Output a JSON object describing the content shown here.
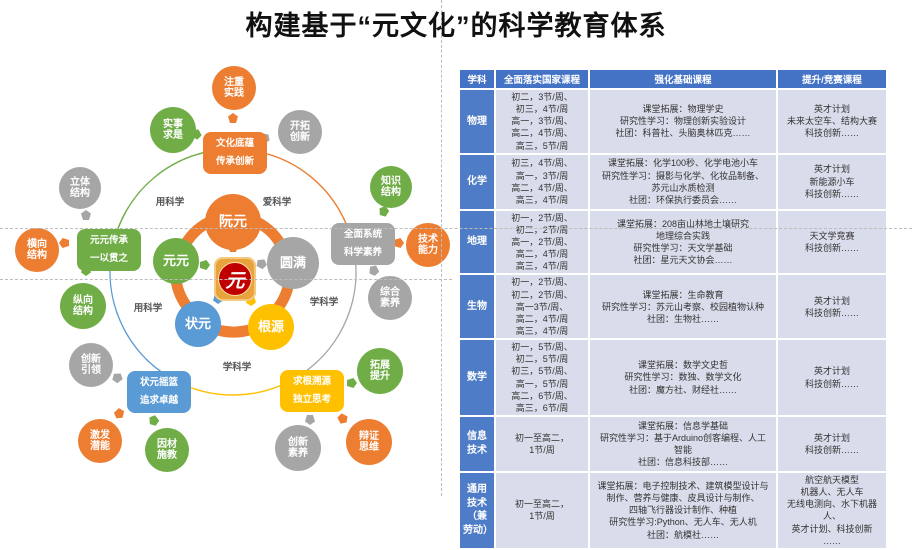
{
  "title": "构建基于“元文化”的科学教育体系",
  "palette": {
    "orange": "#ED7D31",
    "green": "#70AD47",
    "gray": "#A6A6A6",
    "blue": "#5B9BD5",
    "yellow": "#FFC000",
    "table_header": "#4472C4",
    "subject_cell": "#4E7CC6",
    "cell_bg": "#D9DCEA"
  },
  "diagram": {
    "center_logo": {
      "char": "元"
    },
    "mains": [
      {
        "label": "阮元",
        "color": "#ED7D31"
      },
      {
        "label": "圆满",
        "color": "#A6A6A6"
      },
      {
        "label": "根源",
        "color": "#FFC000"
      },
      {
        "label": "状元",
        "color": "#5B9BD5"
      },
      {
        "label": "元元",
        "color": "#70AD47"
      }
    ],
    "rects": [
      {
        "label": "文化底蕴\n传承创新",
        "color": "#ED7D31"
      },
      {
        "label": "全面系统\n科学素养",
        "color": "#A6A6A6"
      },
      {
        "label": "求根溯源\n独立思考",
        "color": "#FFC000"
      },
      {
        "label": "状元摇篮\n追求卓越",
        "color": "#5B9BD5"
      },
      {
        "label": "元元传承\n一以贯之",
        "color": "#70AD47"
      }
    ],
    "satellites": [
      {
        "label": "实事\n求是",
        "color": "#70AD47"
      },
      {
        "label": "注重\n实践",
        "color": "#ED7D31"
      },
      {
        "label": "开拓\n创新",
        "color": "#A6A6A6"
      },
      {
        "label": "知识\n结构",
        "color": "#70AD47"
      },
      {
        "label": "技术\n能力",
        "color": "#ED7D31"
      },
      {
        "label": "综合\n素养",
        "color": "#A6A6A6"
      },
      {
        "label": "拓展\n提升",
        "color": "#70AD47"
      },
      {
        "label": "辩证\n思维",
        "color": "#ED7D31"
      },
      {
        "label": "创新\n素养",
        "color": "#A6A6A6"
      },
      {
        "label": "因材\n施教",
        "color": "#70AD47"
      },
      {
        "label": "激发\n潜能",
        "color": "#ED7D31"
      },
      {
        "label": "创新\n引领",
        "color": "#A6A6A6"
      },
      {
        "label": "纵向\n结构",
        "color": "#70AD47"
      },
      {
        "label": "横向\n结构",
        "color": "#ED7D31"
      },
      {
        "label": "立体\n结构",
        "color": "#A6A6A6"
      }
    ],
    "quadrant_labels": [
      "用科学",
      "爱科学",
      "学科学",
      "用科学",
      "学科学"
    ]
  },
  "table": {
    "headers": [
      "学科",
      "全面落实国家课程",
      "强化基础课程",
      "提升/竞赛课程"
    ],
    "rows": [
      {
        "subject": "物理",
        "national": "初二，3节/周、\n初三，4节/周\n高一，3节/周、\n高二，4节/周、\n高三，5节/周",
        "basic": "课堂拓展：物理学史\n研究性学习：物理创新实验设计\n社团：科普社、头脑奥林匹克……",
        "advanced": "英才计划\n未来太空车、结构大赛\n科技创新……"
      },
      {
        "subject": "化学",
        "national": "初三，4节/周、\n高一，3节/周\n高二，4节/周、\n高三，4节/周",
        "basic": "课堂拓展：化学100秒、化学电池小车\n研究性学习：摄影与化学、化妆品制备、\n苏元山水质检测\n社团：环保执行委员会……",
        "advanced": "英才计划\n新能源小车\n科技创新……"
      },
      {
        "subject": "地理",
        "national": "初一，2节/周、\n初二，2节/周\n高一，2节/周、\n高二，4节/周\n高三，4节/周",
        "basic": "课堂拓展：208亩山林地土壤研究\n地理综合实践\n研究性学习：天文学基础\n社团：星元天文协会……",
        "advanced": "天文学竞赛\n科技创新……"
      },
      {
        "subject": "生物",
        "national": "初一，2节/周、\n初二，2节/周、\n高一3节/周、\n高二，4节/周\n高三，4节/周",
        "basic": "课堂拓展：生命教育\n研究性学习：苏元山考察、校园植物认种\n社团：生物社……",
        "advanced": "英才计划\n科技创新……"
      },
      {
        "subject": "数学",
        "national": "初一，5节/周、\n初二，5节/周\n初三，5节/周、\n高一，5节/周\n高二，6节/周、\n高三，6节/周",
        "basic": "课堂拓展：数学文史哲\n研究性学习：数独、数学文化\n社团：魔方社、财经社……",
        "advanced": "英才计划\n科技创新……"
      },
      {
        "subject": "信息技术",
        "national": "初一至高二，\n1节/周",
        "basic": "课堂拓展：信息学基础\n研究性学习：基于Arduino创客编程、人工\n智能\n社团：信息科技部……",
        "advanced": "英才计划\n科技创新……"
      },
      {
        "subject": "通用技术\n（兼劳动）",
        "national": "初一至高二，\n1节/周",
        "basic": "课堂拓展：电子控制技术、建筑模型设计与\n制作、营养与健康、皮具设计与制作、\n四轴飞行器设计制作、种植\n研究性学习:Python、无人车、无人机\n社团：航模社……",
        "advanced": "航空航天模型\n机器人、无人车\n无线电测向、水下机器人、\n英才计划、科技创新\n……"
      }
    ]
  }
}
